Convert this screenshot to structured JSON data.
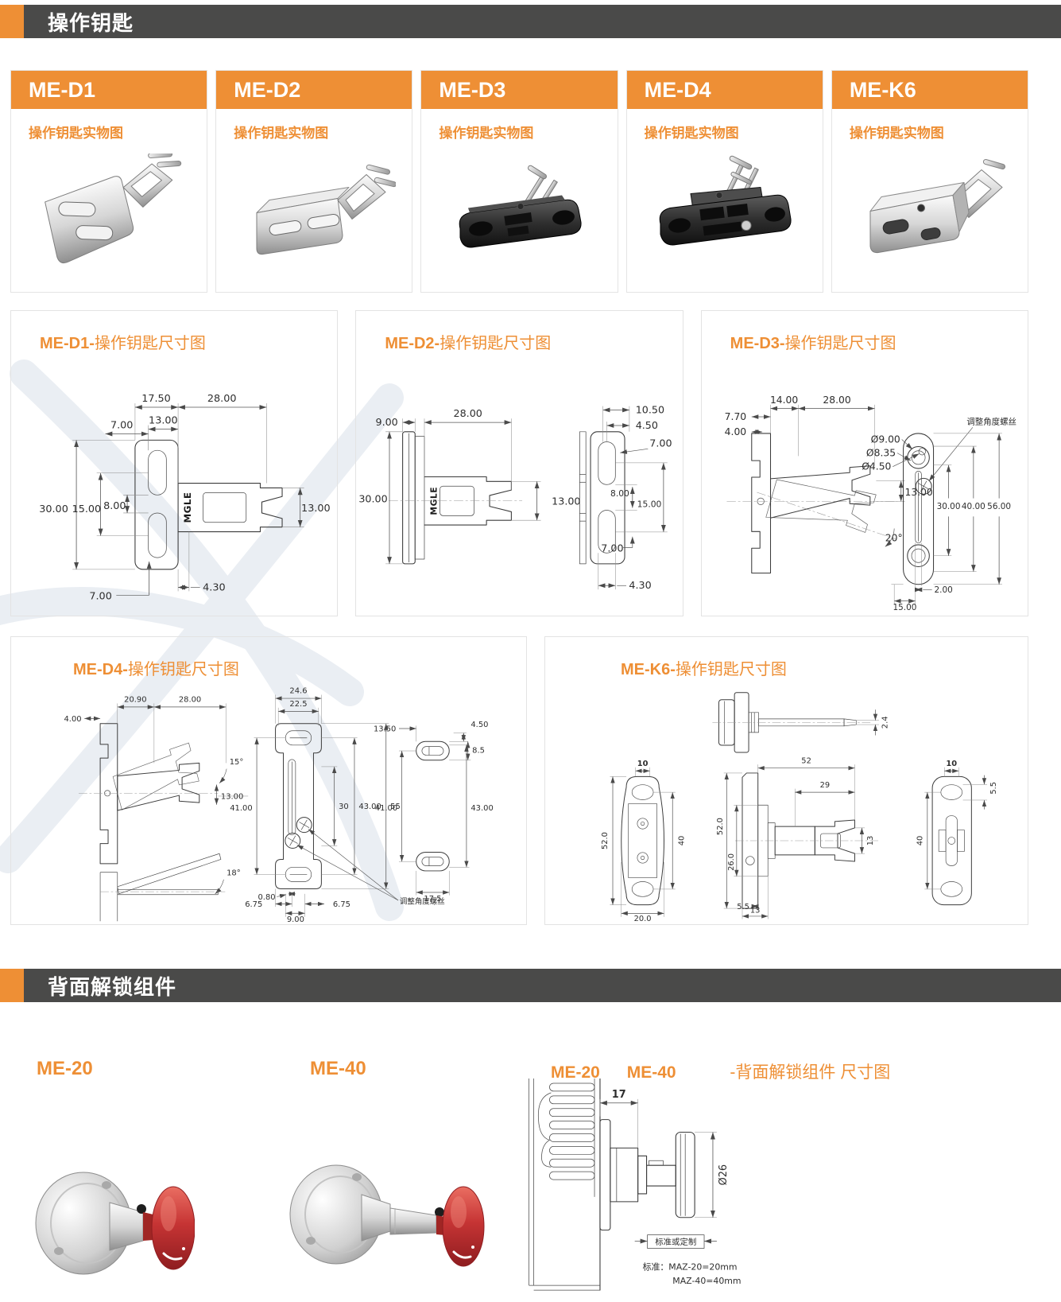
{
  "colors": {
    "accent": "#EE8F35",
    "bar": "#4A4A49",
    "red_knob": "#C23434",
    "border": "#E3E3E3"
  },
  "header1": {
    "title": "操作钥匙"
  },
  "header2": {
    "title": "背面解锁组件"
  },
  "cards": [
    {
      "model": "ME-D1",
      "label": "操作钥匙实物图"
    },
    {
      "model": "ME-D2",
      "label": "操作钥匙实物图"
    },
    {
      "model": "ME-D3",
      "label": "操作钥匙实物图"
    },
    {
      "model": "ME-D4",
      "label": "操作钥匙实物图"
    },
    {
      "model": "ME-K6",
      "label": "操作钥匙实物图"
    }
  ],
  "drawings": {
    "d1": {
      "model": "ME-D1-",
      "title": "操作钥匙尺寸图",
      "logo": "MGLE",
      "dims": [
        "17.50",
        "28.00",
        "13.00",
        "7.00",
        "30.00",
        "15.00",
        "8.00",
        "13.00",
        "4.30",
        "7.00"
      ]
    },
    "d2": {
      "model": "ME-D2-",
      "title": "操作钥匙尺寸图",
      "logo": "MGLE",
      "dims": [
        "9.00",
        "28.00",
        "30.00",
        "13.00",
        "10.50",
        "4.50",
        "7.00",
        "8.00",
        "15.00",
        "7.00",
        "4.30"
      ]
    },
    "d3": {
      "model": "ME-D3-",
      "title": "操作钥匙尺寸图",
      "note": "调整角度螺丝",
      "dims": [
        "14.00",
        "28.00",
        "7.70",
        "4.00",
        "13.00",
        "20°",
        "Ø9.00",
        "Ø8.35",
        "Ø4.50",
        "30.00",
        "40.00",
        "56.00",
        "2.00",
        "15.00"
      ]
    },
    "d4": {
      "model": "ME-D4-",
      "title": "操作钥匙尺寸图",
      "note": "调整角度螺丝",
      "dims": [
        "4.00",
        "20.90",
        "28.00",
        "15°",
        "13.00",
        "18°",
        "24.6",
        "22.5",
        "41.00",
        "30",
        "43.00",
        "55",
        "0.80",
        "6.75",
        "9.00",
        "6.75",
        "13.50",
        "4.50",
        "8.5",
        "41.00",
        "43.00",
        "17.5"
      ]
    },
    "k6": {
      "model": "ME-K6-",
      "title": "操作钥匙尺寸图",
      "dims": [
        "2.4",
        "10",
        "52.0",
        "40",
        "20.0",
        "52",
        "29",
        "52.0",
        "26.0",
        "13",
        "5.5",
        "13",
        "10",
        "5.5",
        "40"
      ]
    }
  },
  "bottom": {
    "me20": "ME-20",
    "me40": "ME-40",
    "dim_me20": "ME-20",
    "dim_me40": "ME-40",
    "dim_title": "-背面解锁组件 尺寸图",
    "drawing": {
      "d17": "17",
      "dia": "Ø26",
      "box": "标准或定制",
      "note1": "标准：MAZ-20=20mm",
      "note2": "MAZ-40=40mm"
    }
  }
}
